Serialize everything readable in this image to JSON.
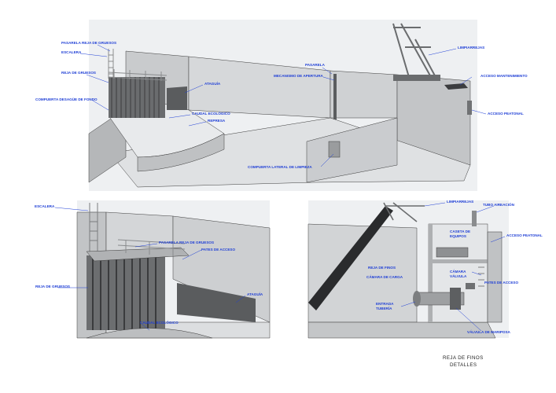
{
  "top_view": {
    "labels": {
      "pasarela_reja_gruesos": "PASARELA REJA DE GRUESOS",
      "escalera": "ESCALERA",
      "reja_gruesos": "REJA DE GRUESOS",
      "compuerta_desague": "COMPUERTA DESAGÜE DE FONDO",
      "ataguia": "ATAGUÍA",
      "caudal_ecologico": "CAUDAL ECOLÓGICO",
      "represa": "REPRESA",
      "pasarela": "PASARELA",
      "mecanismo_apertura": "MECANISMO DE APERTURA",
      "limpiarrejas": "LIMPIARREJAS",
      "acceso_mantenimiento": "ACCESO MANTENIMIENTO",
      "acceso_peatonal": "ACCESO PEATONAL",
      "compuerta_lateral": "COMPUERTA LATERAL DE LIMPIEZA"
    }
  },
  "bottom_left_view": {
    "labels": {
      "escalera": "ESCALERA",
      "pasarela_reja_gruesos": "PASARELA REJA DE GRUESOS",
      "pates_acceso": "PATES DE ACCESO",
      "reja_gruesos": "REJA DE GRUESOS",
      "ataguia": "ATAGUÍA",
      "caudal_ecologico": "CAUDAL ECOLÓGICO"
    }
  },
  "bottom_right_view": {
    "labels": {
      "limpiarrejas": "LIMPIARREJAS",
      "tubo_aireacion": "TUBO AIREACIÓN",
      "caseta_line1": "CASETA DE",
      "caseta_line2": "EQUIPOS",
      "acceso_peatonal": "ACCESO PEATONAL",
      "reja_finos": "REJA DE FINOS",
      "camara_carga": "CÁMARA DE CARGA",
      "camara_line1": "CÁMARA",
      "camara_line2": "VÁLVULA",
      "pates_acceso": "PATES DE ACCESO",
      "entrada_line1": "ENTRADA",
      "entrada_line2": "TUBERÍA",
      "valvula_mariposa": "VÁLVULA DE MARIPOSA"
    }
  },
  "sheet_title": {
    "line1": "REJA DE FINOS",
    "line2": "DETALLES"
  }
}
